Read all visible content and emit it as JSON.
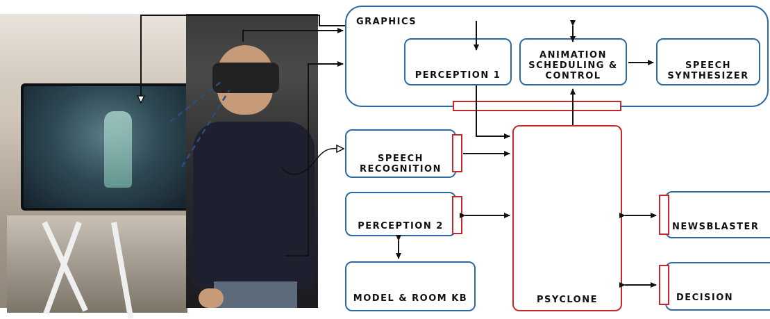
{
  "diagram": {
    "modules": {
      "graphics": "Graphics",
      "perception1": "Perception 1",
      "animation": "Animation\nScheduling &\nControl",
      "speech_synth": "Speech\nSynthesizer",
      "speech_recog": "Speech\nRecognition",
      "perception2": "Perception 2",
      "model_room_kb": "Model & Room KB",
      "psyclone": "Psyclone",
      "newsblaster": "Newsblaster",
      "decision": "Decision"
    },
    "colors": {
      "module_border": "#2d6aa3",
      "bus_border": "#c62828",
      "arrow": "#111111"
    }
  }
}
